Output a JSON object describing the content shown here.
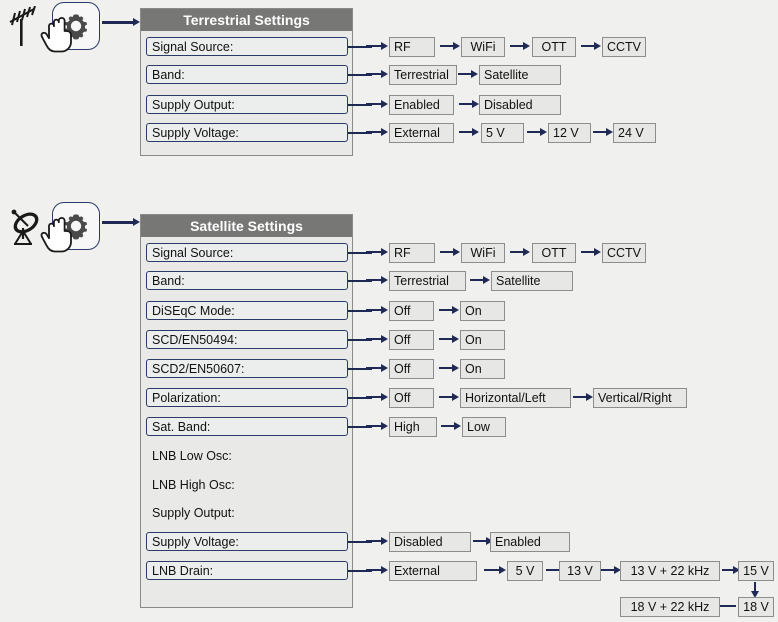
{
  "diagram": {
    "title": "Signal settings menu navigation diagram",
    "colors": {
      "panel_header_bg": "#777776",
      "panel_bg": "#e9e9e7",
      "label_border": "#2b3a68",
      "arrow": "#1e2a55",
      "option_border": "#8d8d8d",
      "page_bg": "#f0f0ee"
    },
    "sections": [
      {
        "id": "terrestrial",
        "source_icon": "tv-aerial-antenna-icon",
        "action_icon": "gear-settings-button-icon",
        "cursor_icon": "pointing-hand-icon",
        "header": "Terrestrial Settings",
        "rows": [
          {
            "label": "Signal Source:",
            "boxed": true,
            "options": [
              "RF",
              "WiFi",
              "OTT",
              "CCTV"
            ]
          },
          {
            "label": "Band:",
            "boxed": true,
            "options": [
              "Terrestrial",
              "Satellite"
            ]
          },
          {
            "label": "Supply Output:",
            "boxed": true,
            "options": [
              "Enabled",
              "Disabled"
            ]
          },
          {
            "label": "Supply Voltage:",
            "boxed": true,
            "options": [
              "External",
              "5 V",
              "12 V",
              "24 V"
            ]
          }
        ]
      },
      {
        "id": "satellite",
        "source_icon": "satellite-dish-icon",
        "action_icon": "gear-settings-button-icon",
        "cursor_icon": "pointing-hand-icon",
        "header": "Satellite Settings",
        "rows": [
          {
            "label": "Signal Source:",
            "boxed": true,
            "options": [
              "RF",
              "WiFi",
              "OTT",
              "CCTV"
            ]
          },
          {
            "label": "Band:",
            "boxed": true,
            "options": [
              "Terrestrial",
              "Satellite"
            ]
          },
          {
            "label": "DiSEqC Mode:",
            "boxed": true,
            "options": [
              "Off",
              "On"
            ]
          },
          {
            "label": "SCD/EN50494:",
            "boxed": true,
            "options": [
              "Off",
              "On"
            ]
          },
          {
            "label": "SCD2/EN50607:",
            "boxed": true,
            "options": [
              "Off",
              "On"
            ]
          },
          {
            "label": "Polarization:",
            "boxed": true,
            "options": [
              "Off",
              "Horizontal/Left",
              "Vertical/Right"
            ]
          },
          {
            "label": "Sat. Band:",
            "boxed": true,
            "options": [
              "High",
              "Low"
            ]
          },
          {
            "label": "LNB Low Osc:",
            "boxed": false,
            "options": []
          },
          {
            "label": "LNB High Osc:",
            "boxed": false,
            "options": []
          },
          {
            "label": "Supply Output:",
            "boxed": false,
            "options": []
          },
          {
            "label": "Supply Voltage:",
            "boxed": true,
            "options": [
              "Disabled",
              "Enabled"
            ]
          },
          {
            "label": "LNB Drain:",
            "boxed": true,
            "options": [
              "External",
              "5 V",
              "13 V",
              "13 V + 22 kHz",
              "15 V",
              "18 V",
              "18 V + 22 kHz"
            ]
          }
        ]
      }
    ]
  }
}
